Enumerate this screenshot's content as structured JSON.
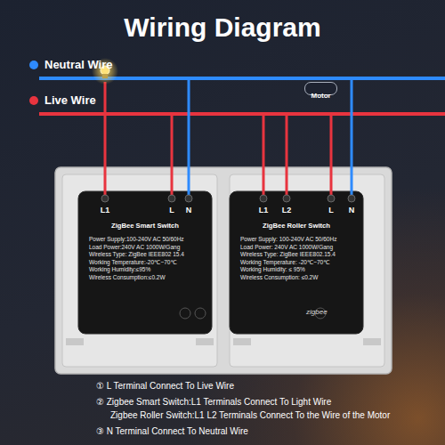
{
  "diagram": {
    "title": "Wiring Diagram",
    "nodes": [
      {
        "text": [
          "L1",
          "L",
          "N",
          "ZigBee Smart Switch",
          "Power Supply:100-240V AC 50/60Hz",
          "Load Power:240V AC 1000W/Gang",
          "Wireless Type: ZigBee IEEE802 15.4",
          "Working Temperature:-20℃~70℃",
          "Working Humidity:≤95%",
          "Wireless Consumption:≤0.2W"
        ]
      },
      {
        "text": [
          "L1",
          "L2",
          "L",
          "N",
          "ZigBee Roller Switch",
          "Power Supply: 100-240V AC 50/60Hz",
          "Load Power: 240V AC 1000W/Gang",
          "Wireless Type: ZigBee IEEE802.15.4",
          "Working Temperature: -20℃~70℃",
          "Working Humidity: ≤ 95%",
          "Wireless Consumption: ≤0.2W",
          "zigbee"
        ]
      },
      {
        "text": [
          "Motor"
        ]
      }
    ],
    "labels": [
      "① L Terminal Connect To Live Wire",
      "② Zigbee Smart Switch:L1 Terminals Connect To Light Wire",
      "Zigbee Roller Switch:L1 L2 Terminals Connect To the Wire of the Motor",
      "③ N Terminal Connect To Neutral Wire"
    ],
    "legend": [
      {
        "text": "Neutral Wire",
        "color": "#2e8bff"
      },
      {
        "text": "Live Wire",
        "color": "#e8343f"
      }
    ]
  }
}
